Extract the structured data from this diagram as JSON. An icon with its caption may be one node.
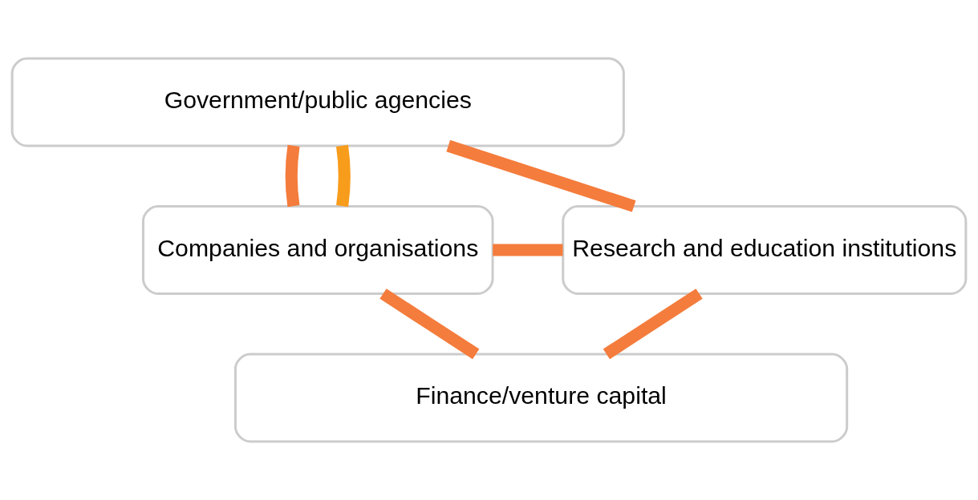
{
  "diagram": {
    "nodes": [
      {
        "text": [
          "Government/public agencies"
        ]
      },
      {
        "text": [
          "Companies and organisations"
        ]
      },
      {
        "text": [
          "Research and education institutions"
        ]
      },
      {
        "text": [
          "Finance/venture capital"
        ]
      }
    ],
    "edges": [
      {
        "from": 0,
        "to": 1,
        "arrow": "none"
      },
      {
        "from": 0,
        "to": 1,
        "arrow": "none",
        "color": "#f89c1c"
      },
      {
        "from": 0,
        "to": 2,
        "arrow": "none"
      },
      {
        "from": 1,
        "to": 2,
        "arrow": "none"
      },
      {
        "from": 1,
        "to": 3,
        "arrow": "none"
      },
      {
        "from": 2,
        "to": 3,
        "arrow": "none"
      }
    ]
  }
}
